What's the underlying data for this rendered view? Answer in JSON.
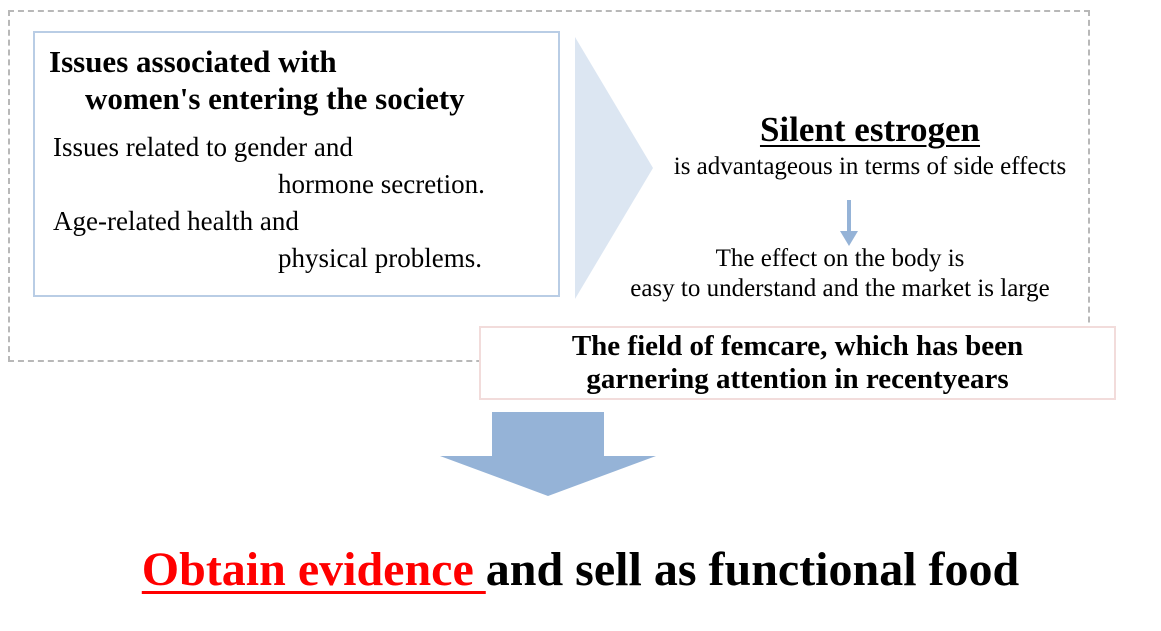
{
  "issues": {
    "title_line1": "Issues associated with",
    "title_line2": "women's entering the society",
    "item1_line1": "Issues related to gender and",
    "item1_line2": "hormone secretion.",
    "item2_line1": "Age-related health and",
    "item2_line2": "physical problems."
  },
  "silent": {
    "title": "Silent estrogen",
    "subtitle": "is advantageous in terms of side effects",
    "effect_line1": "The effect on the body is",
    "effect_line2": "easy to understand and the market is large"
  },
  "femcare": {
    "text": "The field of femcare, which has been\ngarnering attention in recentyears"
  },
  "conclusion": {
    "highlight": "Obtain evidence ",
    "rest": "and sell as functional food"
  },
  "colors": {
    "issues_border": "#b9cde5",
    "chevron_fill": "#dce6f2",
    "arrow_fill": "#95b3d7",
    "femcare_border": "#f2dcdb",
    "highlight_text": "#ff0000"
  }
}
